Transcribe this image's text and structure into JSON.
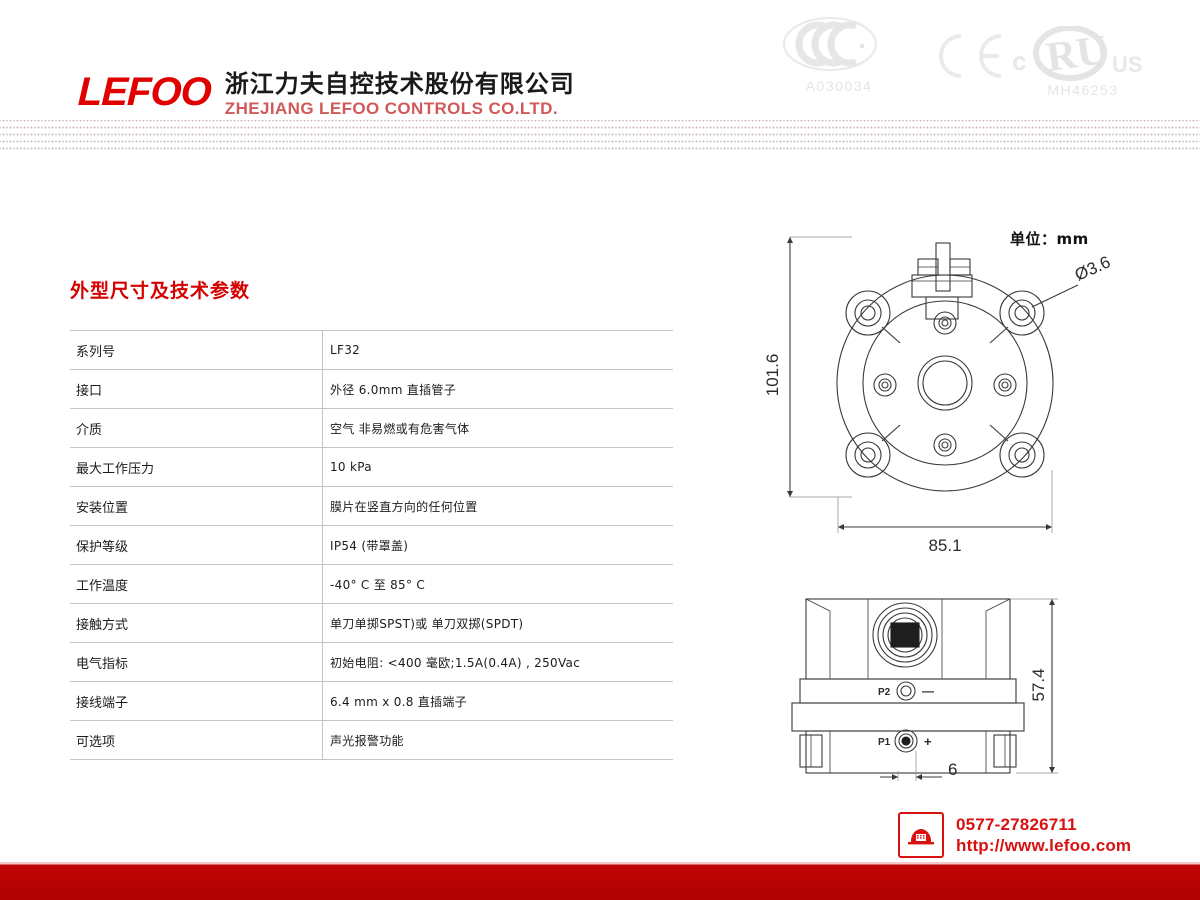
{
  "header": {
    "logo_word": "LEFOO",
    "company_cn": "浙江力夫自控技术股份有限公司",
    "company_en": "ZHEJIANG LEFOO CONTROLS CO.LTD.",
    "brand_color": "#e00000",
    "company_en_color": "#d05a5a"
  },
  "certifications": [
    {
      "name": "ccc-mark",
      "label": "CCC",
      "code": "A030034"
    },
    {
      "name": "ce-mark",
      "label": "CE",
      "code": ""
    },
    {
      "name": "ul-mark",
      "label": "cULus",
      "code": "MH46253"
    }
  ],
  "section": {
    "title": "外型尺寸及技术参数",
    "title_color": "#d50000"
  },
  "spec_table": {
    "rows": [
      {
        "key": "系列号",
        "value": "LF32"
      },
      {
        "key": "接口",
        "value": "外径 6.0mm 直插管子"
      },
      {
        "key": "介质",
        "value": "空气 非易燃或有危害气体"
      },
      {
        "key": "最大工作压力",
        "value": "10 kPa"
      },
      {
        "key": "安装位置",
        "value": "膜片在竖直方向的任何位置"
      },
      {
        "key": "保护等级",
        "value": "IP54 (带罩盖)"
      },
      {
        "key": "工作温度",
        "value": "-40° C 至 85° C"
      },
      {
        "key": "接触方式",
        "value": "单刀单掷SPST)或 单刀双掷(SPDT)"
      },
      {
        "key": "电气指标",
        "value": "初始电阻: <400 毫欧;1.5A(0.4A) , 250Vac"
      },
      {
        "key": "接线端子",
        "value": "6.4 mm x 0.8 直插端子"
      },
      {
        "key": "可选项",
        "value": "声光报警功能"
      }
    ]
  },
  "drawings": {
    "unit_label": "单位：mm",
    "front_view": {
      "name": "front-view",
      "height_dim": "101.6",
      "width_dim": "85.1",
      "hole_dim": "Ø3.6"
    },
    "side_view": {
      "name": "side-view",
      "height_dim": "57.4",
      "offset_dim": "6",
      "port_upper_label": "P2",
      "port_upper_sign": "—",
      "port_lower_label": "P1",
      "port_lower_sign": "+"
    }
  },
  "footer": {
    "phone": "0577-27826711",
    "website": "http://www.lefoo.com",
    "accent_color": "#d81111",
    "bar_color": "#b00202"
  }
}
